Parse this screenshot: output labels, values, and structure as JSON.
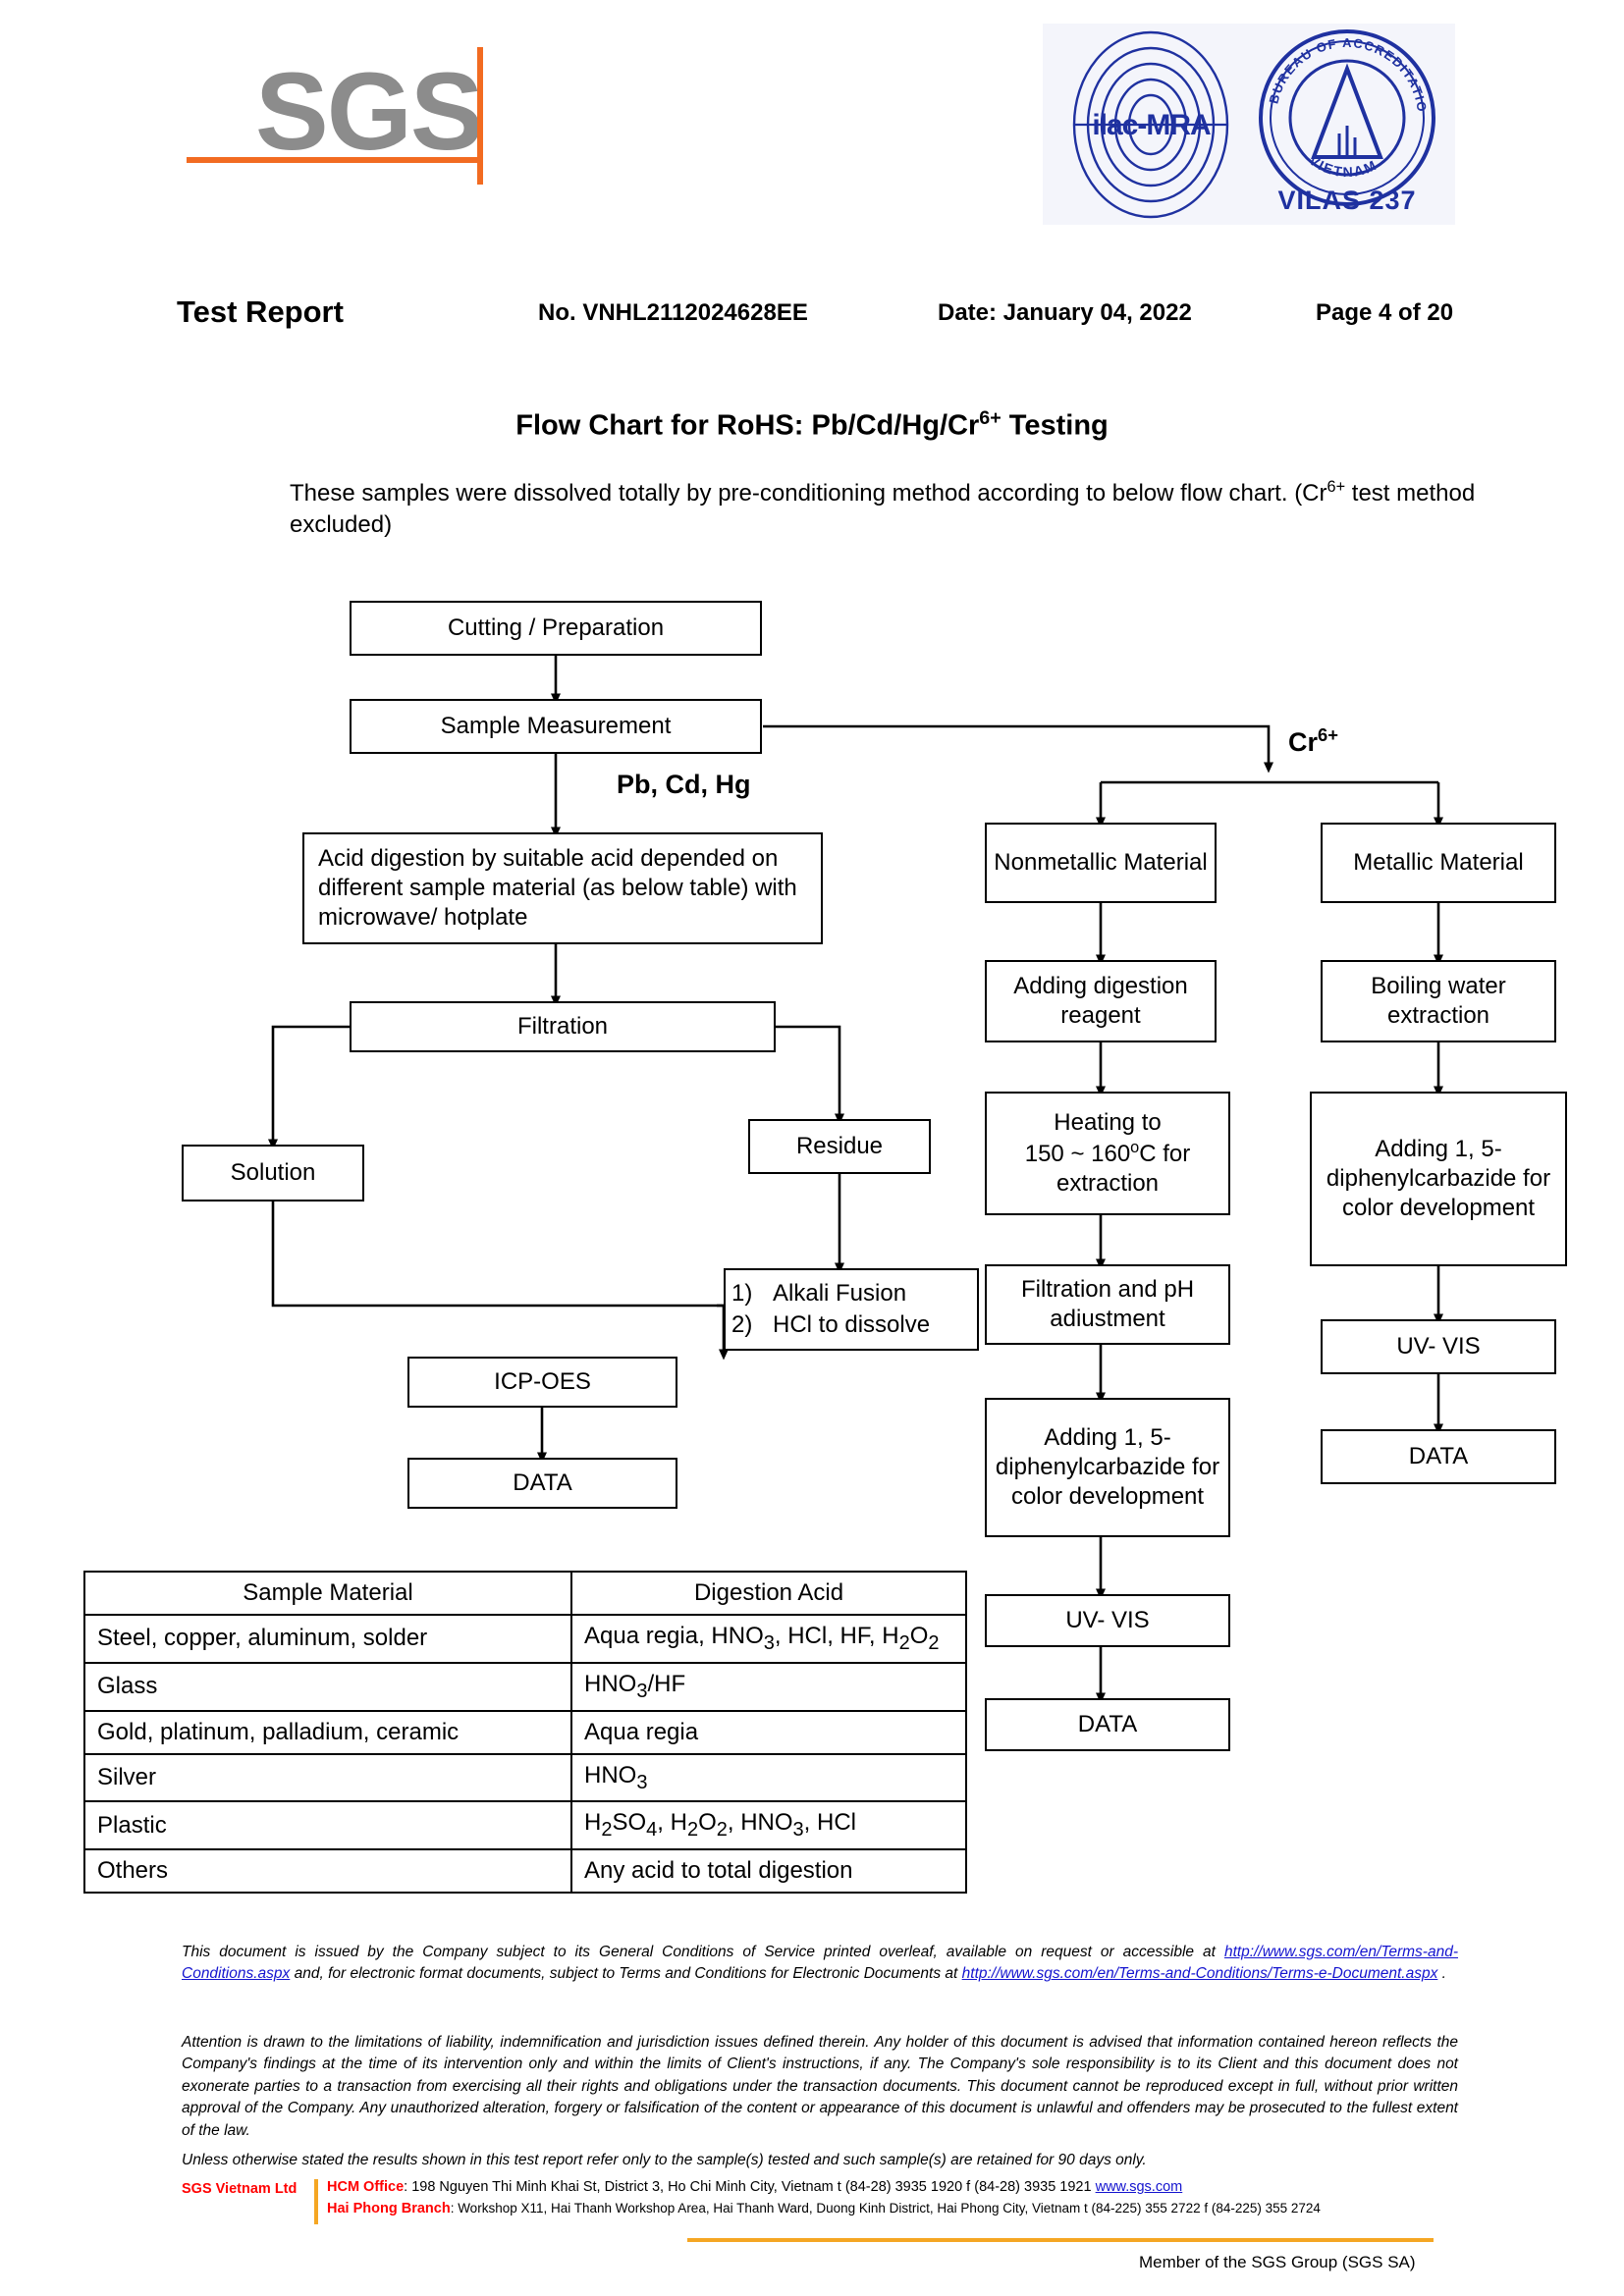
{
  "brand": {
    "wordmark": "SGS",
    "accreditation": {
      "ilac": "ilac-MRA",
      "bureau_ring": "BUREAU OF ACCREDITATION",
      "country": "VIETNAM",
      "vilas": "VILAS 237"
    }
  },
  "header": {
    "title": "Test Report",
    "report_no": "No. VNHL2112024628EE",
    "date": "Date: January 04, 2022",
    "page": "Page 4 of 20"
  },
  "document": {
    "title_prefix": "Flow Chart for RoHS: Pb/Cd/Hg/Cr",
    "title_sup": "6+",
    "title_suffix": " Testing",
    "intro_part1": "These samples were dissolved totally by pre-conditioning method according to below flow chart. (Cr",
    "intro_sup": "6+",
    "intro_part2": " test method excluded)"
  },
  "flow": {
    "branch_label_left": "Pb, Cd, Hg",
    "branch_label_right_base": "Cr",
    "branch_label_right_sup": "6+",
    "nodes": {
      "cutting": "Cutting / Preparation",
      "sample_measurement": "Sample Measurement",
      "acid_digestion": "Acid digestion by suitable acid depended on different sample material (as below table) with microwave/ hotplate",
      "filtration": "Filtration",
      "solution": "Solution",
      "residue": "Residue",
      "alkali_1": "Alkali Fusion",
      "alkali_2": "HCl to dissolve",
      "alkali_n1": "1)",
      "alkali_n2": "2)",
      "icp_oes": "ICP-OES",
      "data_left": "DATA",
      "nonmetallic": "Nonmetallic Material",
      "adding_digestion_reagent": "Adding digestion reagent",
      "heating_line1": "Heating to",
      "heating_line2_pre": "150 ~ 160",
      "heating_line2_sup": "o",
      "heating_line2_post": "C for",
      "heating_line3": "extraction",
      "filtration_ph": "Filtration and pH adiustment",
      "dpc_middle": "Adding 1, 5-diphenylcarbazide for color development",
      "uv_vis_middle": "UV- VIS",
      "data_middle": "DATA",
      "metallic": "Metallic Material",
      "boiling_water": "Boiling water extraction",
      "dpc_right": "Adding 1, 5-diphenylcarbazide for color development",
      "uv_vis_right": "UV- VIS",
      "data_right": "DATA"
    }
  },
  "table": {
    "headers": [
      "Sample Material",
      "Digestion Acid"
    ],
    "rows": [
      {
        "material": "Steel, copper, aluminum, solder",
        "acid_html": "Aqua regia, HNO3, HCl, HF, H2O2"
      },
      {
        "material": "Glass",
        "acid_html": "HNO3/HF"
      },
      {
        "material": "Gold, platinum, palladium, ceramic",
        "acid_html": "Aqua regia"
      },
      {
        "material": "Silver",
        "acid_html": "HNO3"
      },
      {
        "material": "Plastic",
        "acid_html": "H2SO4, H2O2, HNO3, HCl"
      },
      {
        "material": "Others",
        "acid_html": "Any acid to total digestion"
      }
    ]
  },
  "footer": {
    "p1_a": "This document is issued by the Company subject to its General Conditions of Service printed overleaf, available on request or accessible at ",
    "p1_link1": "http://www.sgs.com/en/Terms-and-Conditions.aspx",
    "p1_b": " and, for electronic format documents, subject to Terms and Conditions for Electronic Documents at ",
    "p1_link2": "http://www.sgs.com/en/Terms-and-Conditions/Terms-e-Document.aspx",
    "p1_c": " .",
    "p2": "Attention is drawn to the limitations of liability, indemnification and jurisdiction issues defined therein. Any holder of this document is advised that information contained hereon reflects the Company's findings at the time of its intervention only and within the limits of Client's instructions, if any. The Company's sole responsibility is to its Client and this document does not exonerate parties to a transaction from exercising all their rights and obligations under the transaction documents. This document cannot be reproduced except in full, without prior written approval of the Company. Any unauthorized alteration, forgery or falsification of the content or appearance of this document is unlawful and offenders may be prosecuted to the fullest extent of the law.",
    "p3": "Unless otherwise stated the results shown in this test report refer only to the sample(s) tested and such sample(s) are retained for 90 days only.",
    "company": "SGS Vietnam Ltd",
    "hcm_label": "HCM Office",
    "hcm_addr": ": 198 Nguyen Thi Minh Khai St, District 3, Ho Chi Minh City, Vietnam t (84-28) 3935 1920 f (84-28) 3935 1921 ",
    "hcm_link": "www.sgs.com",
    "hp_label": "Hai Phong Branch",
    "hp_addr": ": Workshop X11, Hai Thanh Workshop Area, Hai Thanh Ward, Duong Kinh District, Hai Phong City, Vietnam t (84-225) 355 2722 f (84-225) 355 2724",
    "member": "Member of the SGS Group (SGS SA)"
  },
  "colors": {
    "sgs_gray": "#8c8c8c",
    "sgs_orange": "#f26b21",
    "accred_blue": "#1f31a0",
    "footer_red": "#ff0000",
    "footer_amber": "#f5a623",
    "link_blue": "#1414cf"
  }
}
